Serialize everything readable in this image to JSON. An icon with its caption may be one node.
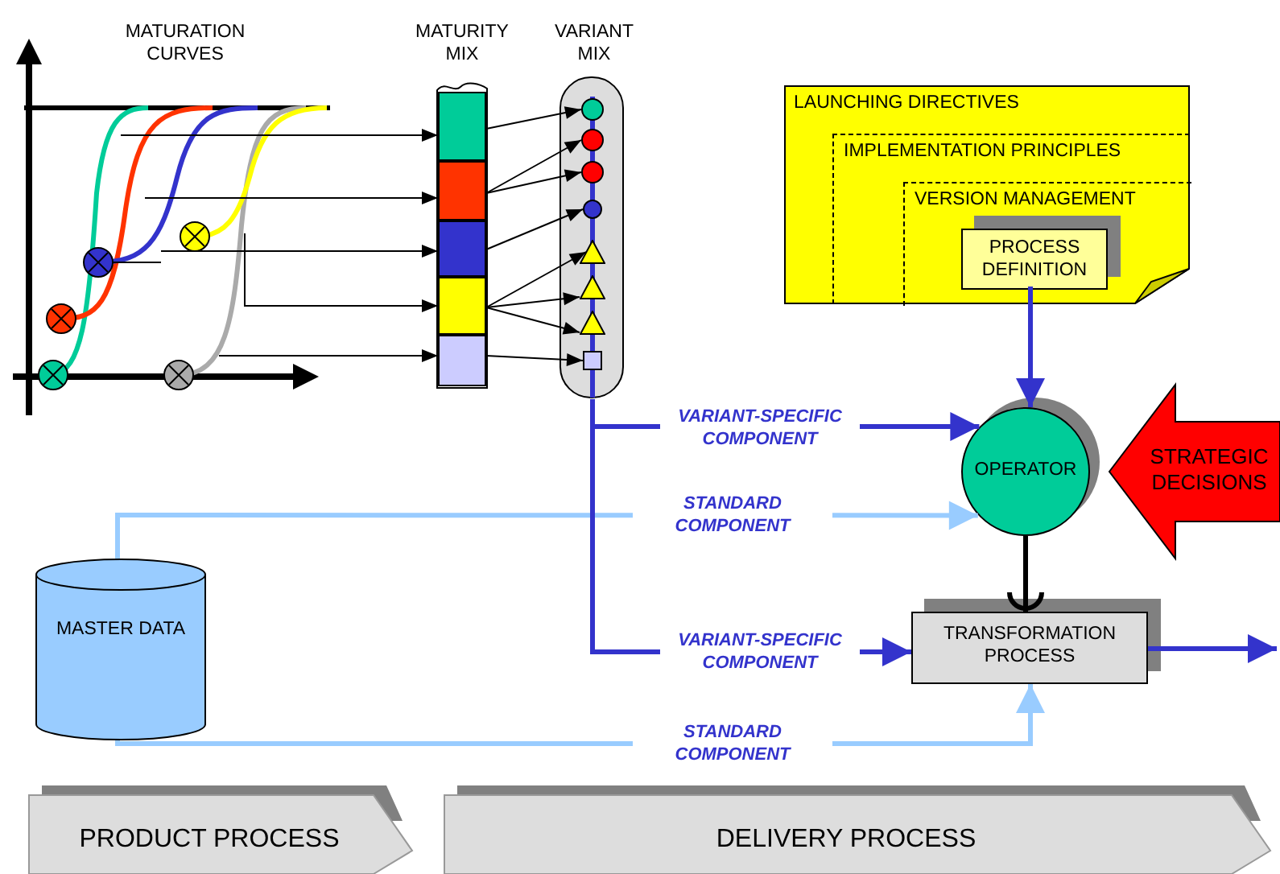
{
  "diagram": {
    "nodes": [
      {
        "text": [
          "MATURATION CURVES"
        ]
      },
      {
        "text": [
          "MATURITY MIX"
        ]
      },
      {
        "text": [],
        "shape": "box",
        "in": 1
      },
      {
        "text": [],
        "shape": "box",
        "in": 1
      },
      {
        "text": [],
        "shape": "box",
        "in": 1
      },
      {
        "text": [],
        "shape": "box",
        "in": 1
      },
      {
        "text": [],
        "shape": "box",
        "in": 1
      },
      {
        "text": [
          "VARIANT MIX"
        ]
      },
      {
        "text": [],
        "shape": "circle",
        "in": 7
      },
      {
        "text": [],
        "shape": "circle",
        "in": 7
      },
      {
        "text": [],
        "shape": "circle",
        "in": 7
      },
      {
        "text": [],
        "shape": "circle",
        "in": 7
      },
      {
        "text": [],
        "shape": "triangle",
        "in": 7
      },
      {
        "text": [],
        "shape": "triangle",
        "in": 7
      },
      {
        "text": [],
        "shape": "triangle",
        "in": 7
      },
      {
        "text": [],
        "shape": "box",
        "in": 7
      },
      {
        "text": [
          "LAUNCHING DIRECTIVES"
        ]
      },
      {
        "text": [
          "IMPLEMENTATION PRINCIPLES"
        ],
        "in": 16
      },
      {
        "text": [
          "VERSION MANAGEMENT"
        ],
        "in": 17
      },
      {
        "text": [
          "PROCESS DEFINITION"
        ],
        "in": 18
      },
      {
        "text": [
          "OPERATOR"
        ]
      },
      {
        "text": [
          "STRATEGIC DECISIONS"
        ]
      },
      {
        "text": [
          "TRANSFORMATION PROCESS"
        ]
      },
      {
        "text": [
          "MASTER DATA"
        ]
      },
      {
        "text": [
          "PRODUCT PROCESS"
        ]
      },
      {
        "text": [
          "DELIVERY PROCESS"
        ]
      }
    ],
    "edges": [
      {
        "from": 0,
        "to": 2,
        "arrow": "to"
      },
      {
        "from": 0,
        "to": 3,
        "arrow": "to"
      },
      {
        "from": 0,
        "to": 4,
        "arrow": "to"
      },
      {
        "from": 0,
        "to": 5,
        "arrow": "to"
      },
      {
        "from": 0,
        "to": 6,
        "arrow": "to"
      },
      {
        "from": 2,
        "to": 8,
        "arrow": "to"
      },
      {
        "from": 3,
        "to": 9,
        "arrow": "to"
      },
      {
        "from": 3,
        "to": 10,
        "arrow": "to"
      },
      {
        "from": 4,
        "to": 11,
        "arrow": "to"
      },
      {
        "from": 5,
        "to": 12,
        "arrow": "to"
      },
      {
        "from": 5,
        "to": 13,
        "arrow": "to"
      },
      {
        "from": 5,
        "to": 14,
        "arrow": "to"
      },
      {
        "from": 6,
        "to": 15,
        "arrow": "to"
      },
      {
        "from": 19,
        "to": 20,
        "arrow": "to",
        "style": "thick",
        "color": "#3333cc"
      },
      {
        "from": 7,
        "to": 20,
        "arrow": "to",
        "label": "VARIANT-SPECIFIC COMPONENT",
        "style": "thick",
        "color": "#3333cc"
      },
      {
        "from": 23,
        "to": 20,
        "arrow": "to",
        "label": "STANDARD COMPONENT",
        "style": "thick",
        "color": "#99ccff"
      },
      {
        "from": 20,
        "to": 22,
        "arrow": "other",
        "style": "thick"
      },
      {
        "from": 7,
        "to": 22,
        "arrow": "to",
        "label": "VARIANT-SPECIFIC COMPONENT",
        "style": "thick",
        "color": "#3333cc"
      },
      {
        "from": 23,
        "to": 22,
        "arrow": "to",
        "label": "STANDARD COMPONENT",
        "style": "thick",
        "color": "#99ccff"
      },
      {
        "from": 22,
        "to": null,
        "arrow": "to",
        "style": "thick",
        "color": "#3333cc"
      }
    ]
  }
}
